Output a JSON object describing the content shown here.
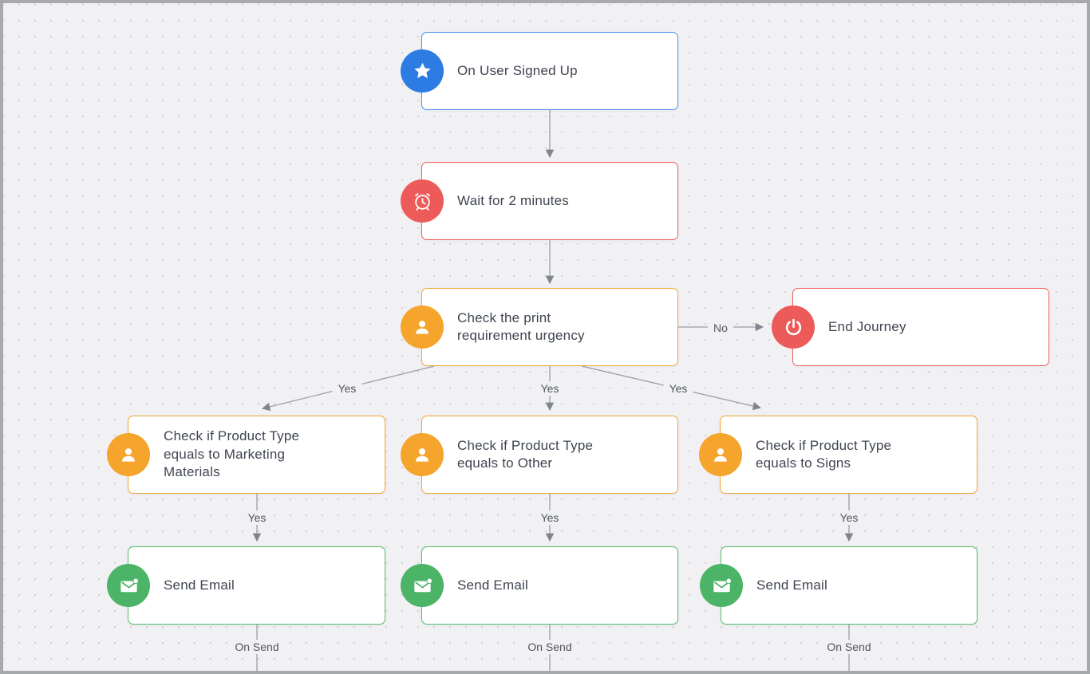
{
  "app": {
    "view": "journey-builder-canvas"
  },
  "colors": {
    "canvas_background": "#f1f1f4",
    "canvas_dot": "#d2d3d8",
    "frame_border": "#a8a9ac",
    "connector_line": "#9aa0a6",
    "node_background": "#ffffff",
    "node_text": "#3e4450",
    "edge_label_text": "#4f565e",
    "blue_accent": "#2d7ce3",
    "red_accent": "#ec5a5a",
    "orange_accent": "#f5a42c",
    "green_accent": "#4cb466"
  },
  "nodes": {
    "trigger": {
      "label": "On User Signed Up",
      "icon": "star-icon",
      "accent": "#2d7ce3"
    },
    "wait": {
      "label": "Wait for 2 minutes",
      "icon": "alarm-clock-icon",
      "accent": "#ec5a5a"
    },
    "check_urgency": {
      "label": "Check the print\nrequirement urgency",
      "icon": "person-icon",
      "accent": "#f5a42c"
    },
    "end_journey": {
      "label": "End Journey",
      "icon": "power-icon",
      "accent": "#ec5a5a"
    },
    "check_marketing": {
      "label": "Check if Product Type\nequals to Marketing\nMaterials",
      "icon": "person-icon",
      "accent": "#f5a42c"
    },
    "check_other": {
      "label": "Check if Product Type\nequals to Other",
      "icon": "person-icon",
      "accent": "#f5a42c"
    },
    "check_signs": {
      "label": "Check if Product Type\nequals to Signs",
      "icon": "person-icon",
      "accent": "#f5a42c"
    },
    "send_email_left": {
      "label": "Send Email",
      "icon": "mail-icon",
      "accent": "#4cb466"
    },
    "send_email_middle": {
      "label": "Send Email",
      "icon": "mail-icon",
      "accent": "#4cb466"
    },
    "send_email_right": {
      "label": "Send Email",
      "icon": "mail-icon",
      "accent": "#4cb466"
    }
  },
  "edge_labels": {
    "no": "No",
    "yes": "Yes",
    "on_send": "On Send"
  }
}
